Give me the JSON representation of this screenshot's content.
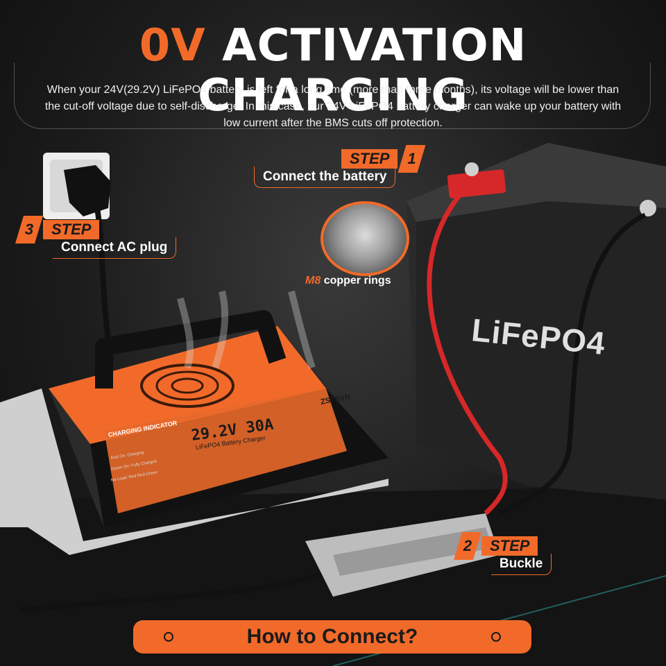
{
  "header": {
    "title_accent": "0V",
    "title_main": "ACTIVATION CHARGING",
    "description": "When your 24V(29.2V) LiFePO4 battery is left for a long time (more than three months), its voltage will be lower than the cut-off voltage due to self-discharge. In this case, our 24V LiFePO4 battery charger can wake up your battery with low current after the BMS cuts off protection."
  },
  "steps": [
    {
      "word": "STEP",
      "number": "1",
      "label": "Connect the battery"
    },
    {
      "word": "STEP",
      "number": "2",
      "label": "Buckle"
    },
    {
      "word": "STEP",
      "number": "3",
      "label": "Connect AC plug"
    }
  ],
  "callout": {
    "highlight": "M8",
    "text": "copper rings"
  },
  "battery": {
    "label": "LiFePO4"
  },
  "charger": {
    "brand": "ZSTSVN",
    "rating": "29.2V 30A",
    "subtitle": "LiFePO4 Battery Charger",
    "indicator_title": "CHARGING INDICATOR",
    "indicator_lines": [
      "Red On: Charging",
      "Green On: Fully Charged",
      "No Load: Red Red Green"
    ]
  },
  "footer": {
    "button_label": "How to Connect?"
  },
  "colors": {
    "accent": "#f26a2a",
    "background": "#1c1c1c",
    "text": "#ffffff"
  }
}
